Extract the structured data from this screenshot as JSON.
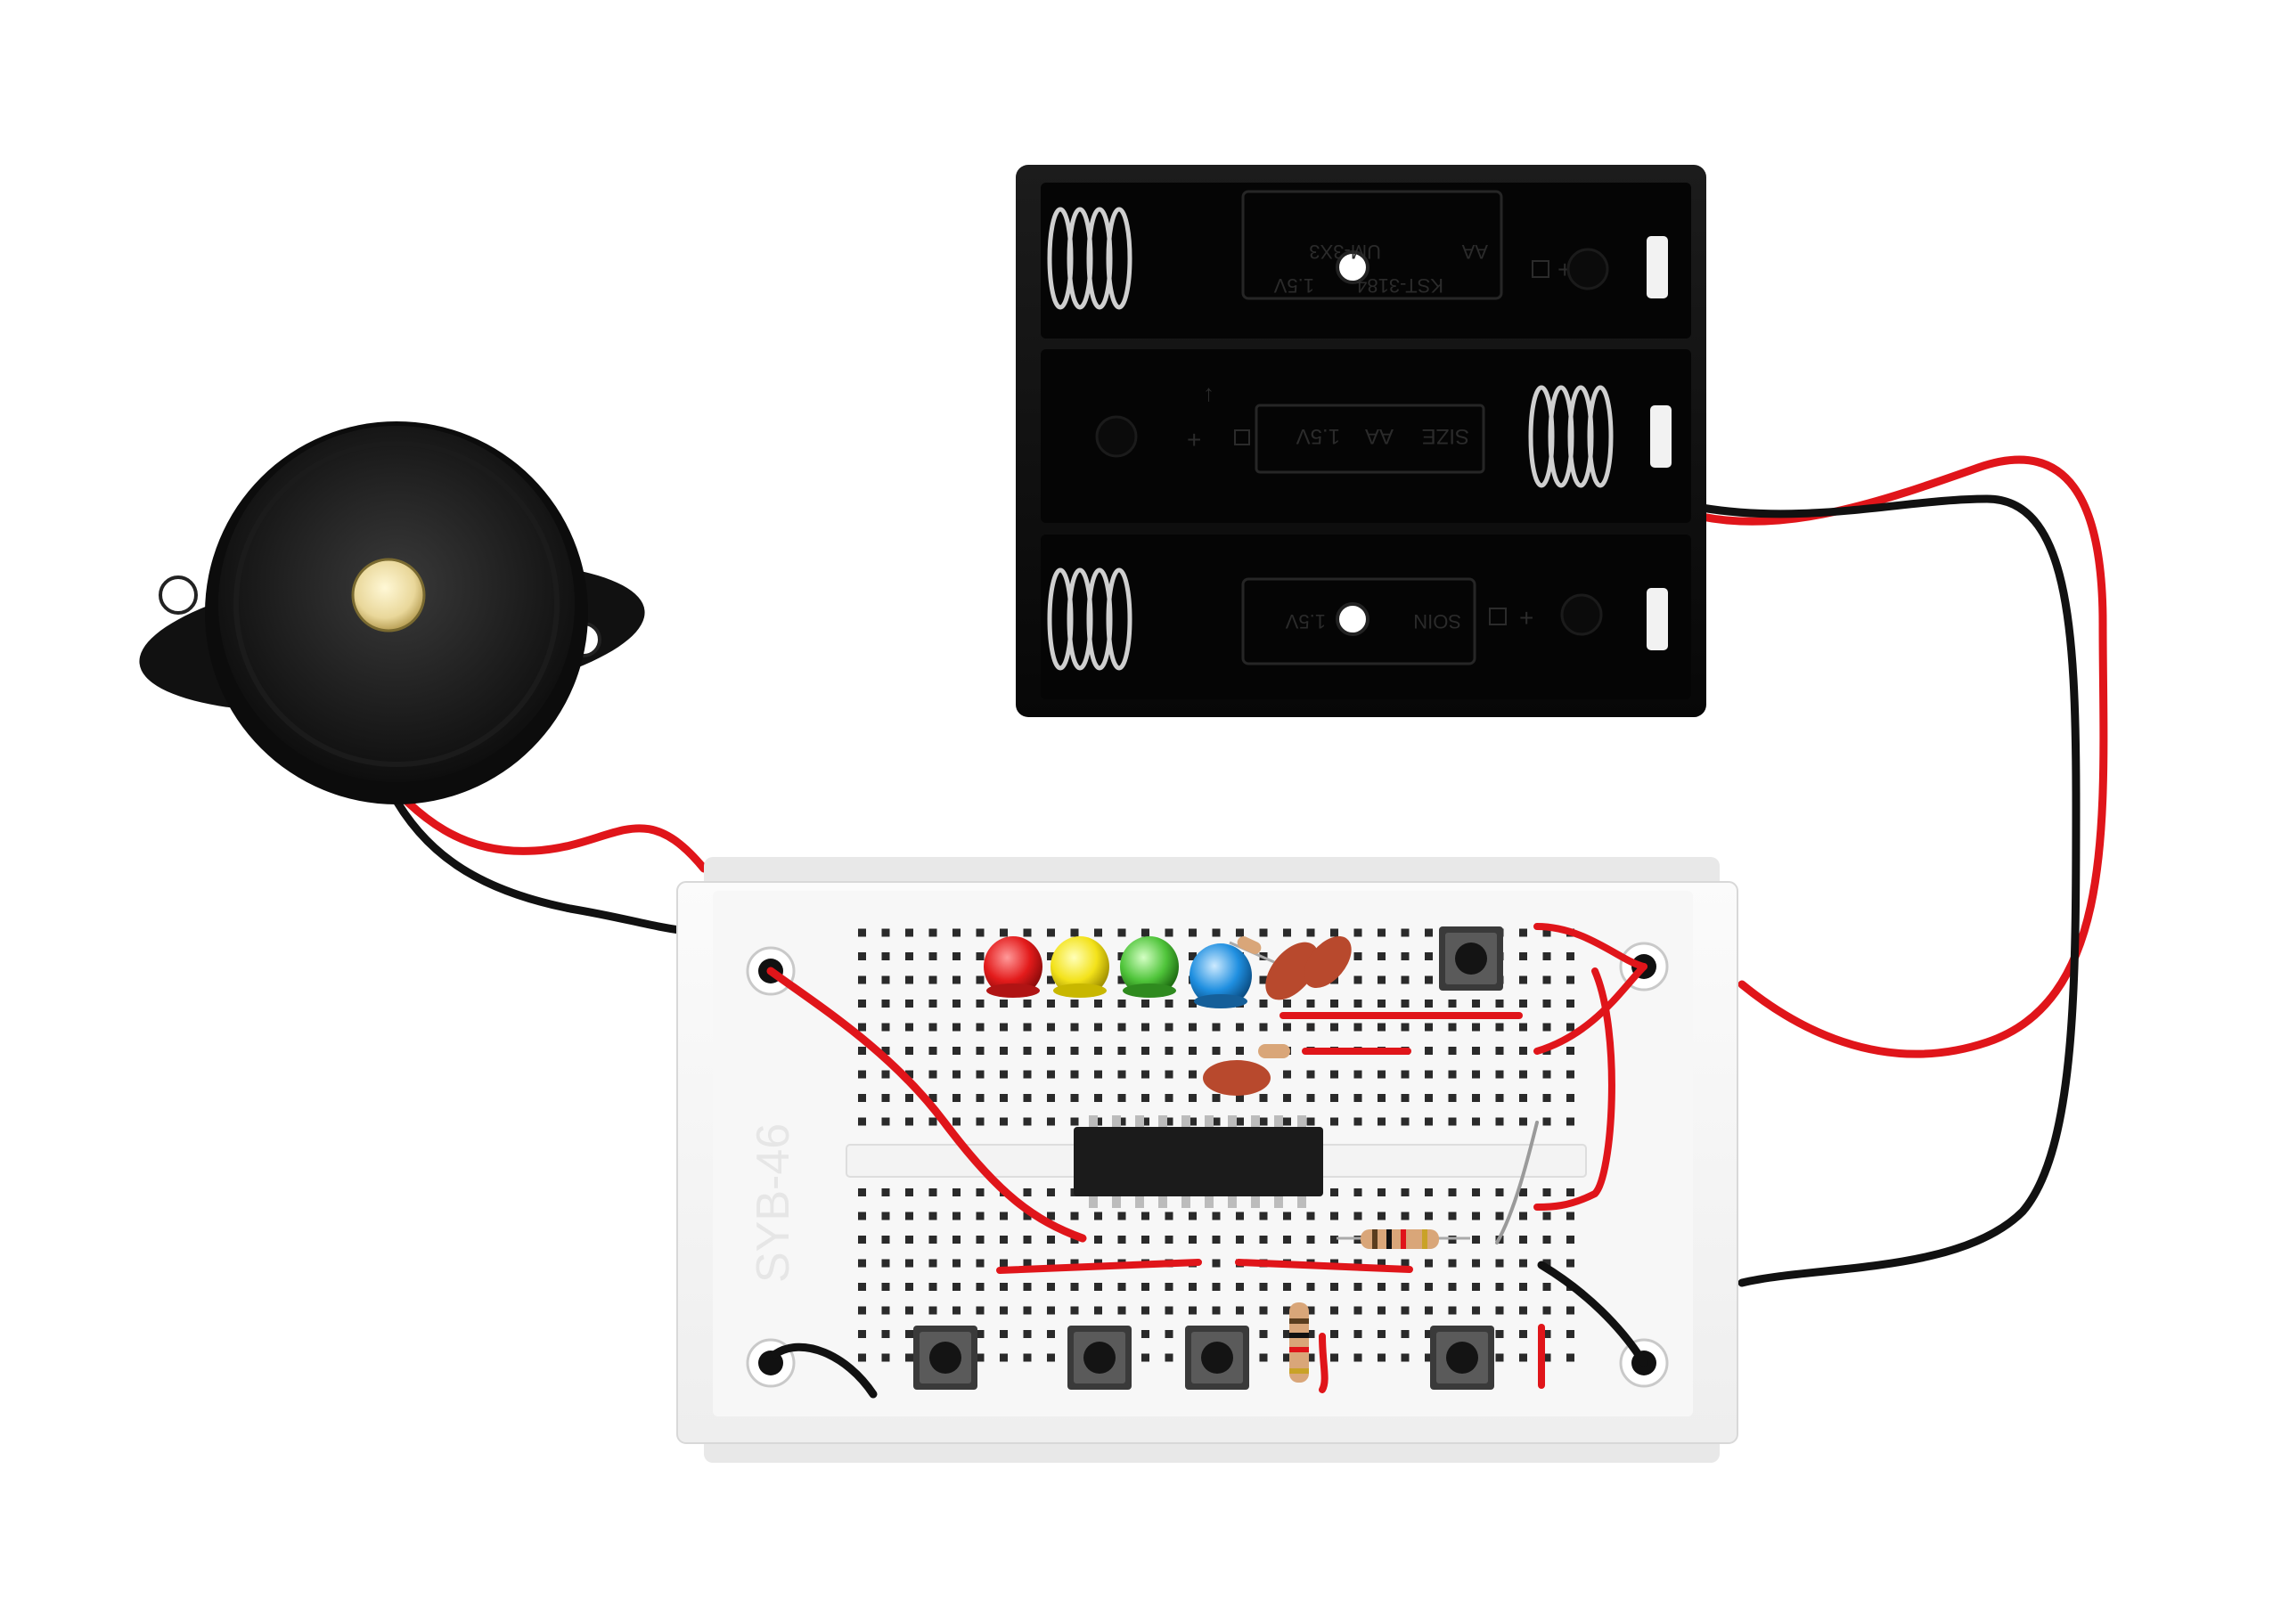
{
  "battery_holder": {
    "top_slot": {
      "model": "UM-3X3",
      "size": "AA",
      "part": "KST-3184",
      "voltage": "1.5V",
      "polarity": "+"
    },
    "middle_slot": {
      "size_label": "SIZE",
      "size": "AA",
      "voltage": "1.5V",
      "polarity": "+",
      "arrow": "↑"
    },
    "bottom_slot": {
      "brand": "SOIN",
      "voltage": "1.5V",
      "polarity": "+"
    }
  },
  "breadboard": {
    "model": "SYB-46"
  },
  "components": {
    "leds": [
      {
        "color_name": "red",
        "color": "#e31b1b"
      },
      {
        "color_name": "yellow",
        "color": "#f3e21a"
      },
      {
        "color_name": "green",
        "color": "#4fc43a"
      },
      {
        "color_name": "blue",
        "color": "#1f8fe0"
      }
    ],
    "buttons_count": 5,
    "wire_colors": {
      "positive": "#e0151a",
      "negative": "#111111"
    }
  },
  "icons": [
    "piezo-buzzer-icon",
    "battery-holder-icon",
    "breadboard-icon",
    "ic-chip-icon",
    "led-icon",
    "push-button-icon",
    "resistor-icon",
    "capacitor-icon"
  ]
}
